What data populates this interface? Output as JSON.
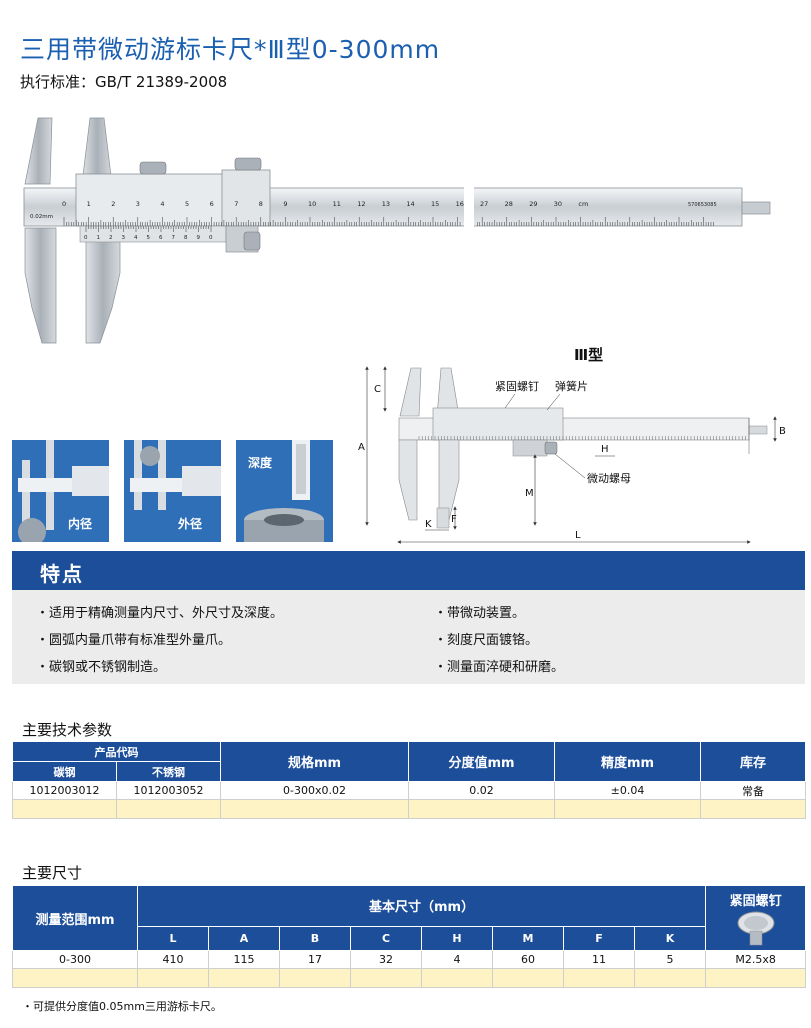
{
  "title": "三用带微动游标卡尺*Ⅲ型0-300mm",
  "standard": "执行标准：GB/T 21389-2008",
  "caliper": {
    "main_scale_numbers": [
      "0",
      "1",
      "2",
      "3",
      "4",
      "5",
      "6",
      "7",
      "8",
      "9",
      "10",
      "11",
      "12",
      "13",
      "14",
      "15",
      "16",
      "27",
      "28",
      "29",
      "30",
      "cm"
    ],
    "vernier_numbers": [
      "0",
      "1",
      "2",
      "3",
      "4",
      "5",
      "6",
      "7",
      "8",
      "9",
      "0"
    ],
    "resolution_label": "0.02mm",
    "serial": "570653085"
  },
  "diagram": {
    "type_label": "Ⅲ型",
    "labels": {
      "lock_screw": "紧固螺钉",
      "spring_plate": "弹簧片",
      "fine_nut": "微动螺母",
      "C": "C",
      "A": "A",
      "B": "B",
      "H": "H",
      "M": "M",
      "K": "K",
      "F": "F",
      "L": "L"
    }
  },
  "photos": [
    {
      "caption": "内径"
    },
    {
      "caption": "外径"
    },
    {
      "caption": "深度"
    }
  ],
  "features": {
    "heading": "特点",
    "items": [
      "・适用于精确测量内尺寸、外尺寸及深度。",
      "・带微动装置。",
      "・圆弧内量爪带有标准型外量爪。",
      "・刻度尺面镀铬。",
      "・碳钢或不锈钢制造。",
      "・测量面淬硬和研磨。"
    ]
  },
  "tech_params": {
    "heading": "主要技术参数",
    "col_product_code": "产品代码",
    "col_carbon": "碳钢",
    "col_stainless": "不锈钢",
    "col_spec": "规格mm",
    "col_resolution": "分度值mm",
    "col_accuracy": "精度mm",
    "col_stock": "库存",
    "row": {
      "carbon": "1012003012",
      "stainless": "1012003052",
      "spec": "0-300x0.02",
      "resolution": "0.02",
      "accuracy": "±0.04",
      "stock": "常备"
    }
  },
  "dimensions": {
    "heading": "主要尺寸",
    "col_range": "测量范围mm",
    "col_basic": "基本尺寸（mm）",
    "col_screw": "紧固螺钉",
    "sub_cols": [
      "L",
      "A",
      "B",
      "C",
      "H",
      "M",
      "F",
      "K"
    ],
    "row": {
      "range": "0-300",
      "values": [
        "410",
        "115",
        "17",
        "32",
        "4",
        "60",
        "11",
        "5"
      ],
      "screw": "M2.5x8"
    }
  },
  "footnote": "・可提供分度值0.05mm三用游标卡尺。"
}
